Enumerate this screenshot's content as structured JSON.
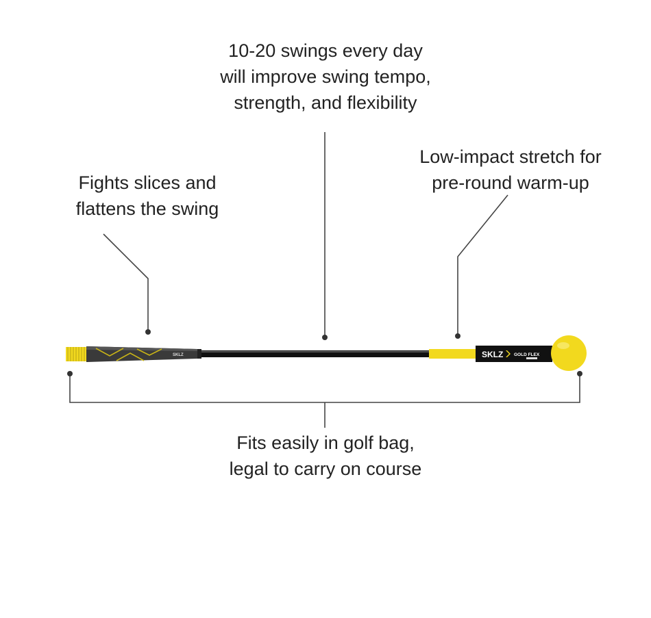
{
  "callouts": {
    "top": [
      "10-20 swings every day",
      "will improve swing tempo,",
      "strength, and flexibility"
    ],
    "left": [
      "Fights slices and",
      "flattens the swing"
    ],
    "right": [
      "Low-impact stretch for",
      "pre-round warm-up"
    ],
    "bottom": [
      "Fits easily in golf bag,",
      "legal to carry on course"
    ]
  },
  "product": {
    "brand": "SKLZ",
    "model": "GOLD FLEX"
  },
  "colors": {
    "accent": "#f2d91e",
    "shaft": "#111111",
    "grip": "#3a3a3a",
    "line": "#444444"
  }
}
